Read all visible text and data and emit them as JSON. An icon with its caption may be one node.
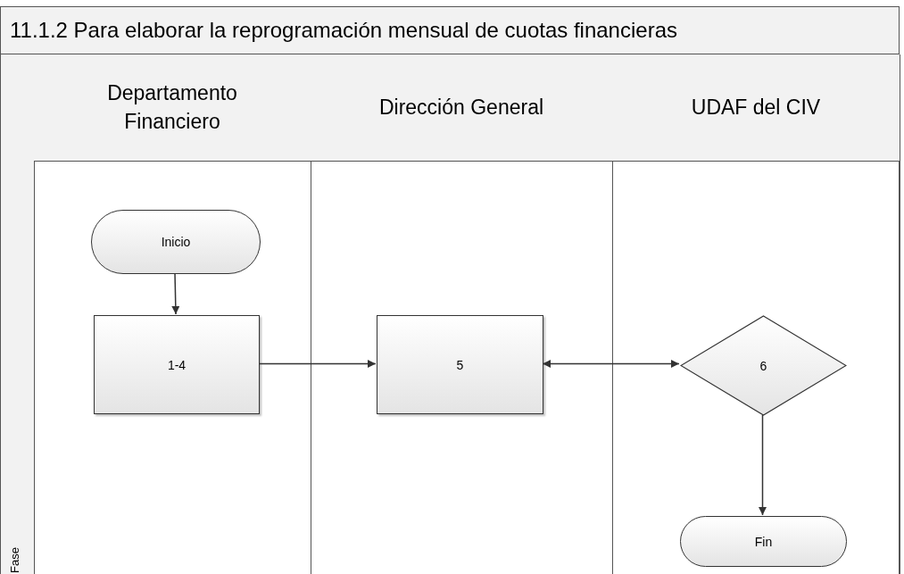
{
  "diagram": {
    "nodes": [
      {
        "text": [
          "11.1.2 Para elaborar la reprogramación mensual de cuotas financieras"
        ]
      },
      {
        "text": [
          "Fase"
        ],
        "in": 0
      },
      {
        "text": [
          "Departamento Financiero"
        ],
        "in": 0
      },
      {
        "text": [
          "Dirección General"
        ],
        "in": 0
      },
      {
        "text": [
          "UDAF del CIV"
        ],
        "in": 0
      },
      {
        "text": [
          "Inicio"
        ],
        "in": 2
      },
      {
        "text": [
          "1-4"
        ],
        "in": 2
      },
      {
        "text": [
          "5"
        ],
        "in": 3
      },
      {
        "text": [
          "6"
        ],
        "in": 4
      },
      {
        "text": [
          "Fin"
        ],
        "in": 4
      }
    ],
    "edges": [
      {
        "from": 5,
        "to": 6,
        "arrow": "to"
      },
      {
        "from": 6,
        "to": 7,
        "arrow": "to"
      },
      {
        "from": 7,
        "to": 8,
        "arrow": "both"
      },
      {
        "from": 8,
        "to": 9,
        "arrow": "to"
      }
    ]
  }
}
